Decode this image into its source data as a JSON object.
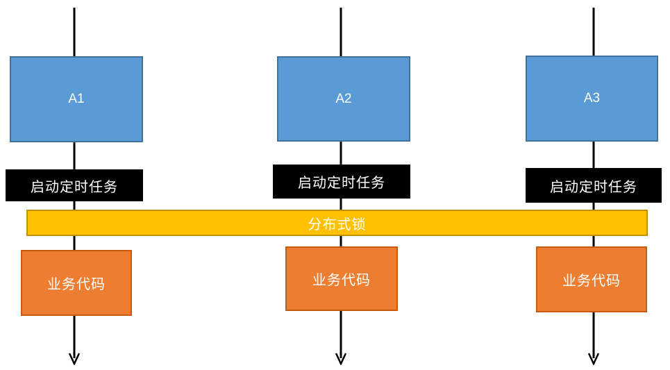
{
  "diagram": {
    "columns": [
      {
        "instance": "A1",
        "task": "启动定时任务",
        "code": "业务代码"
      },
      {
        "instance": "A2",
        "task": "启动定时任务",
        "code": "业务代码"
      },
      {
        "instance": "A3",
        "task": "启动定时任务",
        "code": "业务代码"
      }
    ],
    "lock_label": "分布式锁",
    "colors": {
      "instance_fill": "#5B9BD5",
      "instance_border": "#41719C",
      "task_fill": "#000000",
      "lock_fill": "#FFC000",
      "lock_border": "#BF9000",
      "code_fill": "#ED7D31",
      "code_border": "#C55A11",
      "text": "#FFFFFF",
      "connector": "#000000"
    }
  }
}
